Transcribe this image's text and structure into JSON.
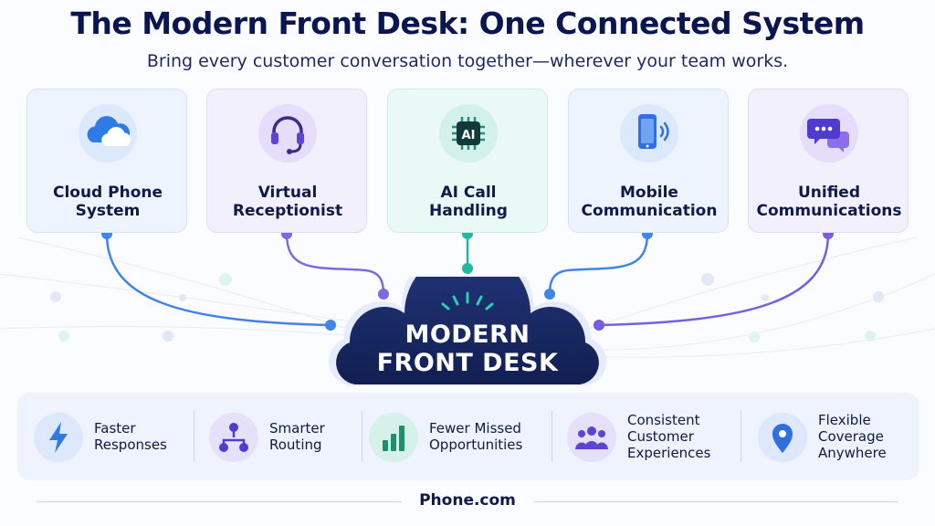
{
  "header": {
    "title": "The Modern Front Desk: One Connected System",
    "subtitle": "Bring every customer conversation together—wherever your team works."
  },
  "features": [
    {
      "label": "Cloud Phone\nSystem",
      "icon": "cloud-icon"
    },
    {
      "label": "Virtual\nReceptionist",
      "icon": "headset-icon"
    },
    {
      "label": "AI Call\nHandling",
      "icon": "ai-chip-icon",
      "icon_text": "AI"
    },
    {
      "label": "Mobile\nCommunication",
      "icon": "mobile-phone-icon"
    },
    {
      "label": "Unified\nCommunications",
      "icon": "chat-bubbles-icon"
    }
  ],
  "hub": {
    "label": "MODERN\nFRONT DESK"
  },
  "benefits": [
    {
      "label": "Faster\nResponses",
      "icon": "lightning-icon"
    },
    {
      "label": "Smarter\nRouting",
      "icon": "routing-icon"
    },
    {
      "label": "Fewer Missed\nOpportunities",
      "icon": "bar-chart-icon"
    },
    {
      "label": "Consistent\nCustomer\nExperiences",
      "icon": "people-icon"
    },
    {
      "label": "Flexible\nCoverage\nAnywhere",
      "icon": "location-pin-icon"
    }
  ],
  "footer": {
    "brand": "Phone.com"
  },
  "colors": {
    "navy": "#0b1650",
    "blue": "#3f86e8",
    "purple": "#7a5ce0",
    "teal": "#22b8a0",
    "hub": "#16295e"
  }
}
